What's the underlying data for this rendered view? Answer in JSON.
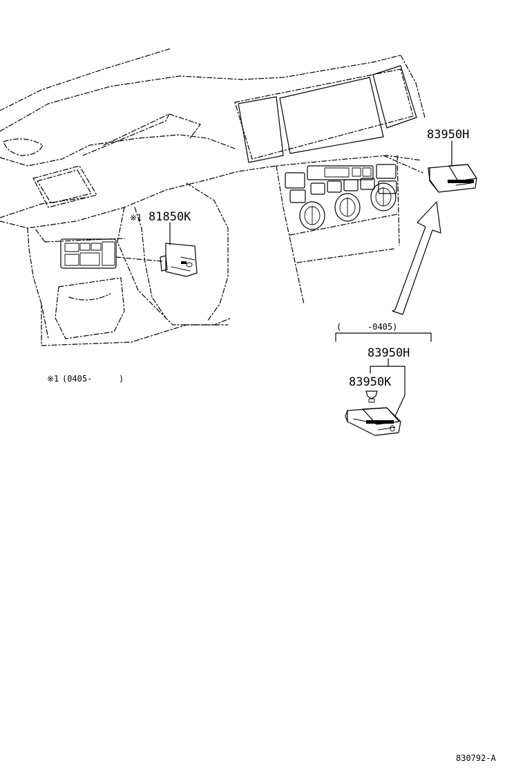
{
  "callouts": {
    "switch_left_part": "81850K",
    "switch_left_note_mark": "※1",
    "switch_right_part": "83950H",
    "old_assembly_part": "83950H",
    "old_assembly_sub_part": "83950K",
    "old_range_open": "(",
    "old_range_value": "-0405)",
    "note_mark": "※1",
    "note_range": "(0405-",
    "note_range_close": ")"
  },
  "figure_code": "830792-A"
}
